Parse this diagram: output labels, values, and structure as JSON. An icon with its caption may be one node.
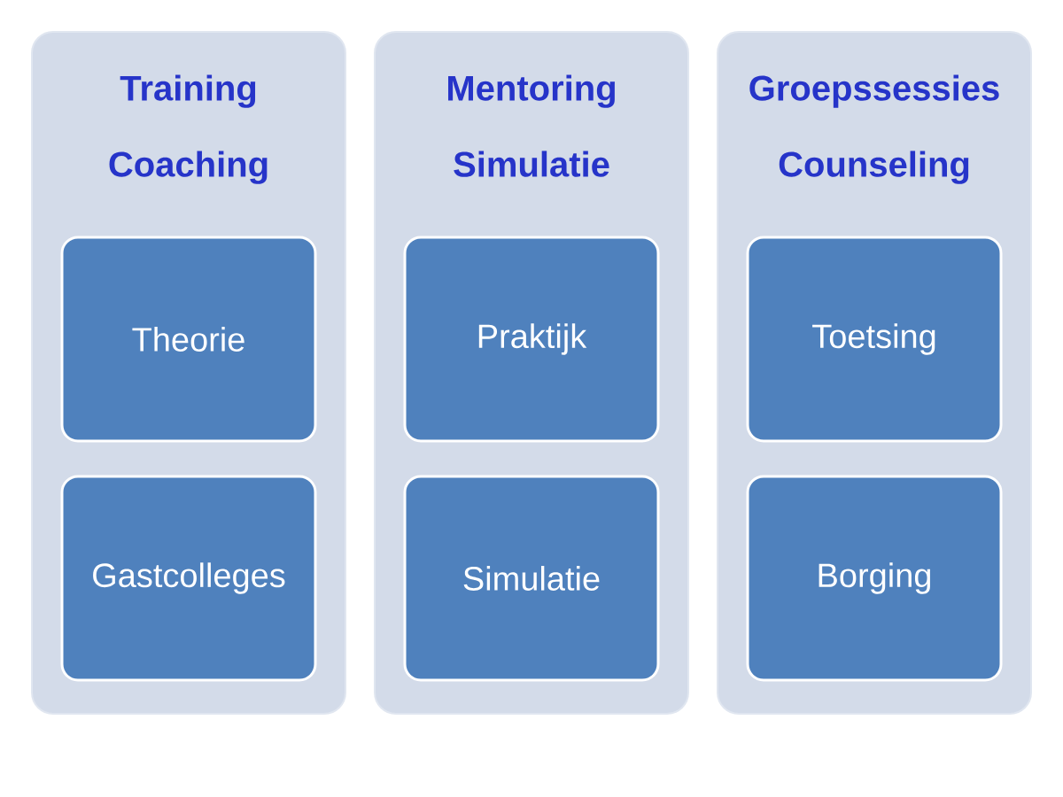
{
  "diagram": {
    "nodes": [
      {
        "text": [
          "Training Coaching"
        ]
      },
      {
        "text": [
          "Theorie"
        ],
        "in": 0
      },
      {
        "text": [
          "Gastcolleges"
        ],
        "in": 0
      },
      {
        "text": [
          "Mentoring Simulatie"
        ]
      },
      {
        "text": [
          "Praktijk"
        ],
        "in": 3
      },
      {
        "text": [
          "Simulatie"
        ],
        "in": 3
      },
      {
        "text": [
          "Groepssessies Counseling"
        ]
      },
      {
        "text": [
          "Toetsing"
        ],
        "in": 6
      },
      {
        "text": [
          "Borging"
        ],
        "in": 6
      }
    ]
  }
}
